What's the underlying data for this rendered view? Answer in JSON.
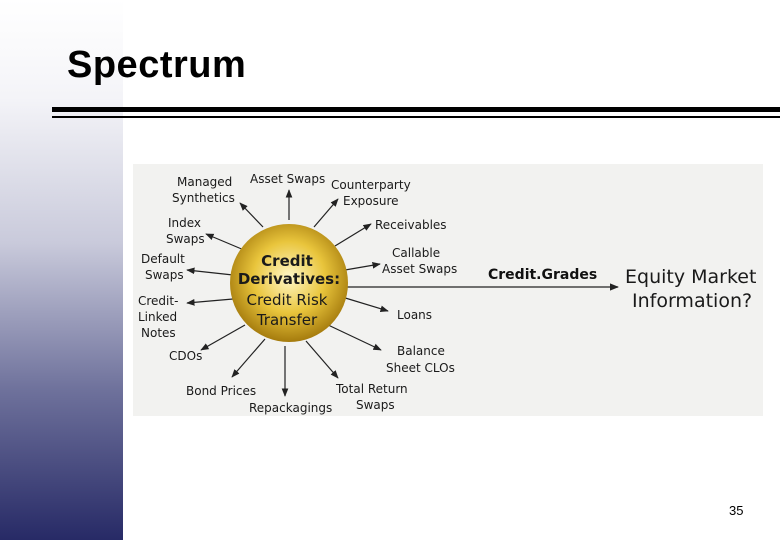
{
  "slide": {
    "title": "Spectrum",
    "page_number": "35"
  },
  "hub": {
    "lines": [
      "Credit",
      "Derivatives:",
      "Credit Risk",
      "Transfer"
    ]
  },
  "spokes": [
    {
      "id": "managed-synthetics",
      "lines": [
        "Managed",
        "Synthetics"
      ]
    },
    {
      "id": "asset-swaps",
      "lines": [
        "Asset Swaps"
      ]
    },
    {
      "id": "counterparty-exposure",
      "lines": [
        "Counterparty",
        "Exposure"
      ]
    },
    {
      "id": "receivables",
      "lines": [
        "Receivables"
      ]
    },
    {
      "id": "callable-asset-swaps",
      "lines": [
        "Callable",
        "Asset Swaps"
      ]
    },
    {
      "id": "loans",
      "lines": [
        "Loans"
      ]
    },
    {
      "id": "balance-sheet-clos",
      "lines": [
        "Balance",
        "Sheet CLOs"
      ]
    },
    {
      "id": "total-return-swaps",
      "lines": [
        "Total Return",
        "Swaps"
      ]
    },
    {
      "id": "repackagings",
      "lines": [
        "Repackagings"
      ]
    },
    {
      "id": "bond-prices",
      "lines": [
        "Bond Prices"
      ]
    },
    {
      "id": "cdos",
      "lines": [
        "CDOs"
      ]
    },
    {
      "id": "credit-linked-notes",
      "lines": [
        "Credit-",
        "Linked",
        "Notes"
      ]
    },
    {
      "id": "default-swaps",
      "lines": [
        "Default",
        "Swaps"
      ]
    },
    {
      "id": "index-swaps",
      "lines": [
        "Index",
        "Swaps"
      ]
    }
  ],
  "link": {
    "label": "Credit.Grades",
    "target_lines": [
      "Equity Market",
      "Information?"
    ]
  },
  "colors": {
    "hub_center": "#fff7c8",
    "hub_mid": "#e9c53c",
    "hub_edge": "#a57b0d",
    "line": "#222222",
    "diagram_background": "#f2f2f0"
  }
}
